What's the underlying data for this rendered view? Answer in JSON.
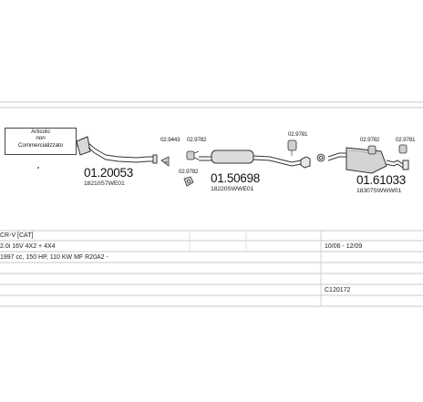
{
  "notice": {
    "line1": "Articolo",
    "line2": "non",
    "line3": "Commercializzato"
  },
  "parts": [
    {
      "number": "01.20053",
      "oem": "18210S7WE01"
    },
    {
      "number": "01.50698",
      "oem": "18220SWWE01"
    },
    {
      "number": "01.61033",
      "oem": "18307SWWW01"
    }
  ],
  "accessories": {
    "a1": "02.9443",
    "a2": "02.9782",
    "a3": "02.9782",
    "a4": "02.9781",
    "a5": "02.9782",
    "a6": "02.9781"
  },
  "table": {
    "model": "CR-V [CAT]",
    "variant": "2.0i 16V 4X2 + 4X4",
    "date_range": "10/06 - 12/09",
    "engine": "1997 cc, 150 HP, 110 KW MF R20A2 -",
    "code": "C120172"
  }
}
